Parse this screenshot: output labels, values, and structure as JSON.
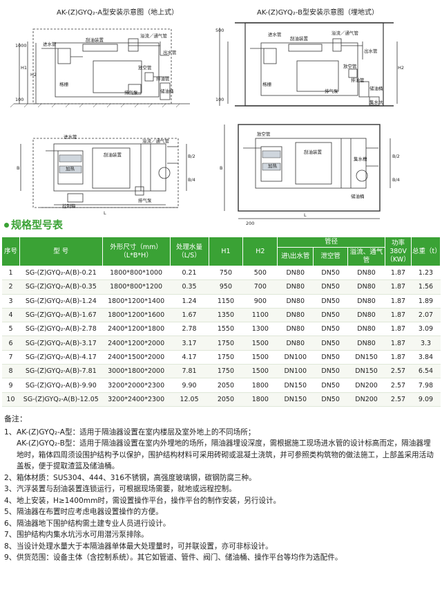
{
  "drawings": {
    "title_a": "AK-(Z)GYQ₂-A型安装示意图（地上式）",
    "title_b": "AK-(Z)GYQ₂-B型安装示意图（埋地式）",
    "labels": {
      "inlet_pipe": "进水管",
      "oil_scraper": "刮油装置",
      "vent_pipe": "溢流／通气管",
      "outlet_pipe": "出水管",
      "empty_pipe": "放空管",
      "drain_pipe": "排油管",
      "grid": "格栅",
      "sump": "集水槽",
      "vent_pump": "排气泵",
      "storage": "储油桶",
      "water_collect": "集水坑",
      "heat": "加热",
      "control": "控制箱",
      "dim_L": "L",
      "dim_B": "B",
      "dim_H1": "H1",
      "dim_H2": "H2",
      "dim_100": "100",
      "dim_200": "200",
      "dim_500": "500",
      "dim_1000": "1000",
      "dim_B2": "B/2",
      "dim_B4": "B/4"
    }
  },
  "section_title": "规格型号表",
  "table": {
    "headers": {
      "seq": "序号",
      "model": "型  号",
      "size": "外形尺寸（mm）",
      "size_sub": "（L*B*H）",
      "flow": "处理水量",
      "flow_sub": "（L/S）",
      "h1": "H1",
      "h2": "H2",
      "pipe": "管径",
      "inlet": "进\\出水管",
      "drain": "泄空管",
      "overflow": "溢流、通气管",
      "power": "功率380V（KW）",
      "weight": "总重（t）"
    },
    "rows": [
      {
        "seq": "1",
        "model": "SG-(Z)GYQ₂-A(B)-0.21",
        "size": "1800*800*1000",
        "flow": "0.21",
        "h1": "750",
        "h2": "500",
        "inlet": "DN80",
        "drain": "DN50",
        "overflow": "DN80",
        "power": "1.87",
        "weight": "1.23"
      },
      {
        "seq": "2",
        "model": "SG-(Z)GYQ₂-A(B)-0.35",
        "size": "1800*800*1200",
        "flow": "0.35",
        "h1": "950",
        "h2": "700",
        "inlet": "DN80",
        "drain": "DN50",
        "overflow": "DN80",
        "power": "1.87",
        "weight": "1.56"
      },
      {
        "seq": "3",
        "model": "SG-(Z)GYQ₂-A(B)-1.24",
        "size": "1800*1200*1400",
        "flow": "1.24",
        "h1": "1150",
        "h2": "900",
        "inlet": "DN80",
        "drain": "DN50",
        "overflow": "DN80",
        "power": "1.87",
        "weight": "1.89"
      },
      {
        "seq": "4",
        "model": "SG-(Z)GYQ₂-A(B)-1.67",
        "size": "1800*1200*1600",
        "flow": "1.67",
        "h1": "1350",
        "h2": "1100",
        "inlet": "DN80",
        "drain": "DN50",
        "overflow": "DN80",
        "power": "1.87",
        "weight": "2.07"
      },
      {
        "seq": "5",
        "model": "SG-(Z)GYQ₂-A(B)-2.78",
        "size": "2400*1200*1800",
        "flow": "2.78",
        "h1": "1550",
        "h2": "1300",
        "inlet": "DN80",
        "drain": "DN50",
        "overflow": "DN80",
        "power": "1.87",
        "weight": "3.09"
      },
      {
        "seq": "6",
        "model": "SG-(Z)GYQ₂-A(B)-3.17",
        "size": "2400*1200*2000",
        "flow": "3.17",
        "h1": "1750",
        "h2": "1500",
        "inlet": "DN80",
        "drain": "DN50",
        "overflow": "DN80",
        "power": "1.87",
        "weight": "3.3"
      },
      {
        "seq": "7",
        "model": "SG-(Z)GYQ₂-A(B)-4.17",
        "size": "2400*1500*2000",
        "flow": "4.17",
        "h1": "1750",
        "h2": "1500",
        "inlet": "DN100",
        "drain": "DN50",
        "overflow": "DN150",
        "power": "1.87",
        "weight": "3.84"
      },
      {
        "seq": "8",
        "model": "SG-(Z)GYQ₂-A(B)-7.81",
        "size": "3000*1800*2000",
        "flow": "7.81",
        "h1": "1750",
        "h2": "1500",
        "inlet": "DN100",
        "drain": "DN50",
        "overflow": "DN150",
        "power": "2.57",
        "weight": "6.54"
      },
      {
        "seq": "9",
        "model": "SG-(Z)GYQ₂-A(B)-9.90",
        "size": "3200*2000*2300",
        "flow": "9.90",
        "h1": "2050",
        "h2": "1800",
        "inlet": "DN150",
        "drain": "DN50",
        "overflow": "DN200",
        "power": "2.57",
        "weight": "7.98"
      },
      {
        "seq": "10",
        "model": "SG-(Z)GYQ₂-A(B)-12.05",
        "size": "3200*2400*2300",
        "flow": "12.05",
        "h1": "2050",
        "h2": "1800",
        "inlet": "DN150",
        "drain": "DN50",
        "overflow": "DN200",
        "power": "2.57",
        "weight": "9.09"
      }
    ]
  },
  "notes": {
    "heading": "备注：",
    "items": [
      {
        "num": "1、",
        "lines": [
          "AK-(Z)GYQ₂-A型：适用于隔油器设置在室内楼层及室外地上的不同场所；",
          "AK-(Z)GYQ₂-B型：适用于隔油器设置在室内外埋地的场所，隔油器埋设深度，需根据施工现场进水管的设计标高而定，隔油器埋地时，箱体四周须设围护结构予以保护，围护结构材料可采用砖砌或混凝土浇筑，并可参照类构筑物的做法施工，上部盖采用活动盖板，便于提取渣篮及储油桶。"
        ]
      },
      {
        "num": "2、",
        "lines": [
          "箱体材质：SUS304、444、316不锈钢，高强度玻璃钢，碳钢防腐三种。"
        ]
      },
      {
        "num": "3、",
        "lines": [
          "汽浮装置与刮油装置连锁运行，可根据现场需要，就地或远程控制。"
        ]
      },
      {
        "num": "4、",
        "lines": [
          "地上安装，H≥1400mm时，需设置操作平台，操作平台的制作安装，另行设计。"
        ]
      },
      {
        "num": "5、",
        "lines": [
          "隔油器在布置时应考虑电器设置操作的方便。"
        ]
      },
      {
        "num": "6、",
        "lines": [
          "隔油器地下围护结构需土建专业人员进行设计。"
        ]
      },
      {
        "num": "7、",
        "lines": [
          "围护结构内集水坑污水可用潜污泵排除。"
        ]
      },
      {
        "num": "8、",
        "lines": [
          "当设计处理水量大于本隔油器单体最大处理量时，可并联设置，亦可非标设计。"
        ]
      },
      {
        "num": "9、",
        "lines": [
          "供货范围：设备主体（含控制系统）。其它如管道、管件、阀门、储油桶、操作平台等均作为选配件。"
        ]
      }
    ]
  }
}
